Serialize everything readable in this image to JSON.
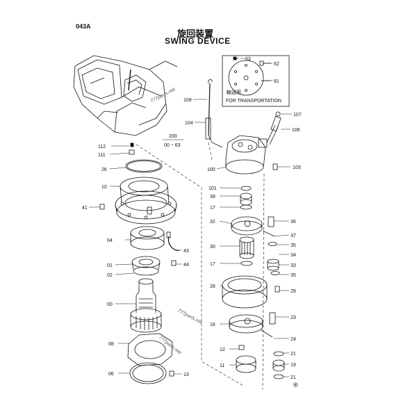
{
  "header": {
    "page_code": "043A",
    "title_jp": "旋回装置",
    "title_en": "SWING DEVICE"
  },
  "group": {
    "number": "200",
    "range": "00 ~ 63"
  },
  "transport_box": {
    "label_jp": "輸送用",
    "label_en": "FOR TRANSPORTATION"
  },
  "watermarks": [
    "777parts.net",
    "777parts.net",
    "777parts.net"
  ],
  "marker": "®",
  "callouts": [
    {
      "id": "c63",
      "text": "63"
    },
    {
      "id": "c62",
      "text": "62"
    },
    {
      "id": "c61",
      "text": "61"
    },
    {
      "id": "c109",
      "text": "109"
    },
    {
      "id": "c107",
      "text": "107"
    },
    {
      "id": "c106",
      "text": "106"
    },
    {
      "id": "c104",
      "text": "104"
    },
    {
      "id": "c112",
      "text": "112"
    },
    {
      "id": "c111",
      "text": "111"
    },
    {
      "id": "c26",
      "text": "26"
    },
    {
      "id": "c100",
      "text": "100"
    },
    {
      "id": "c103",
      "text": "103"
    },
    {
      "id": "c10",
      "text": "10"
    },
    {
      "id": "c101",
      "text": "101"
    },
    {
      "id": "c39",
      "text": "39"
    },
    {
      "id": "c17a",
      "text": "17"
    },
    {
      "id": "c41",
      "text": "41"
    },
    {
      "id": "c36",
      "text": "36"
    },
    {
      "id": "c32",
      "text": "32"
    },
    {
      "id": "c37",
      "text": "37"
    },
    {
      "id": "c04",
      "text": "04"
    },
    {
      "id": "c35a",
      "text": "35"
    },
    {
      "id": "c30",
      "text": "30"
    },
    {
      "id": "c43",
      "text": "43"
    },
    {
      "id": "c34",
      "text": "34"
    },
    {
      "id": "c01",
      "text": "01"
    },
    {
      "id": "c44",
      "text": "44"
    },
    {
      "id": "c17b",
      "text": "17"
    },
    {
      "id": "c33",
      "text": "33"
    },
    {
      "id": "c02",
      "text": "02"
    },
    {
      "id": "c35b",
      "text": "35"
    },
    {
      "id": "c28",
      "text": "28"
    },
    {
      "id": "c29",
      "text": "29"
    },
    {
      "id": "c00",
      "text": "00"
    },
    {
      "id": "c23",
      "text": "23"
    },
    {
      "id": "c16",
      "text": "16"
    },
    {
      "id": "c24",
      "text": "24"
    },
    {
      "id": "c08",
      "text": "08"
    },
    {
      "id": "c12",
      "text": "12"
    },
    {
      "id": "c21a",
      "text": "21"
    },
    {
      "id": "c11",
      "text": "11"
    },
    {
      "id": "c19",
      "text": "19"
    },
    {
      "id": "c06",
      "text": "06"
    },
    {
      "id": "c13",
      "text": "13"
    },
    {
      "id": "c21b",
      "text": "21"
    }
  ]
}
